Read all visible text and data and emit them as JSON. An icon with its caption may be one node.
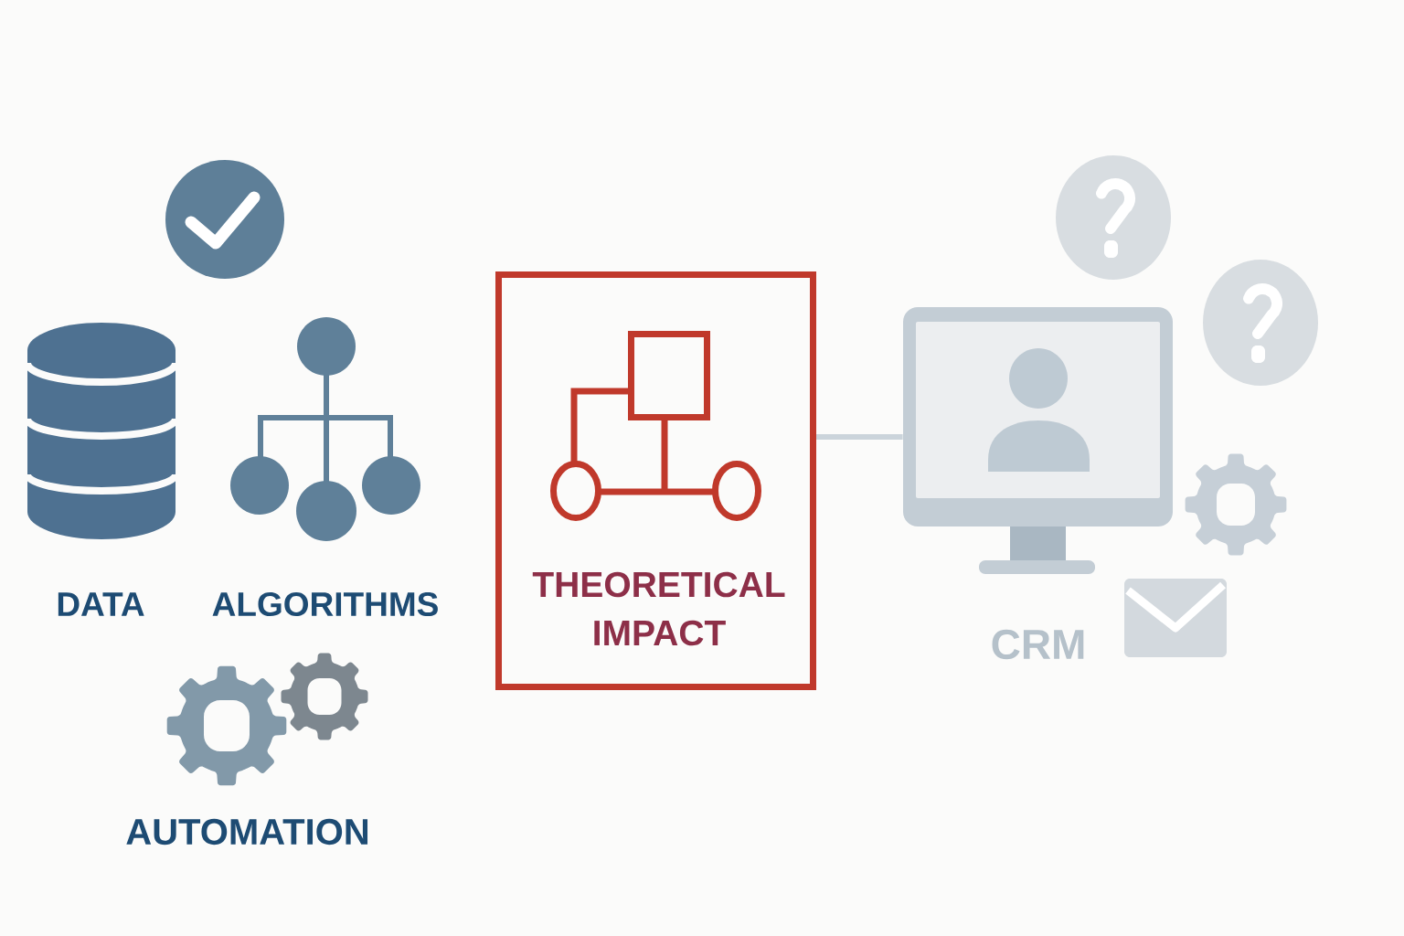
{
  "diagram": {
    "nodes": [
      {
        "text": [
          "THEORETICAL IMPACT"
        ]
      },
      {
        "text": [],
        "shape": "picture"
      }
    ],
    "edges": [
      {
        "from": 0,
        "to": 1,
        "arrow": "none"
      }
    ],
    "labels": [
      "DATA",
      "ALGORITHMS",
      "CRM",
      "AUTOMATION"
    ]
  }
}
